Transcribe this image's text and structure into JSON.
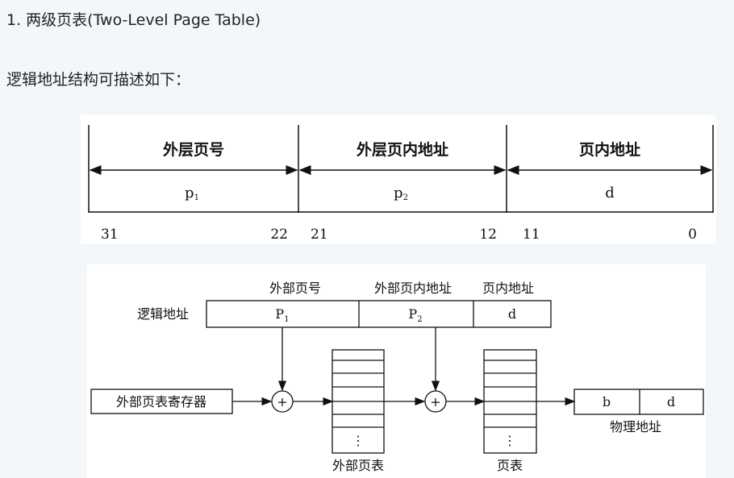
{
  "heading": "1. 两级页表(Two-Level Page Table)",
  "intro": "逻辑地址结构可描述如下：",
  "format_diagram": {
    "fields": [
      {
        "label": "外层页号",
        "symbol": "p",
        "sub": "1",
        "bit_high": "31",
        "bit_low": "22"
      },
      {
        "label": "外层页内地址",
        "symbol": "p",
        "sub": "2",
        "bit_high": "21",
        "bit_low": "12"
      },
      {
        "label": "页内地址",
        "symbol": "d",
        "sub": "",
        "bit_high": "11",
        "bit_low": "0"
      }
    ]
  },
  "translation_diagram": {
    "logical_label": "逻辑地址",
    "field_labels": [
      "外部页号",
      "外部页内地址",
      "页内地址"
    ],
    "fields": [
      {
        "symbol": "P",
        "sub": "1"
      },
      {
        "symbol": "P",
        "sub": "2"
      },
      {
        "symbol": "d",
        "sub": ""
      }
    ],
    "register": "外部页表寄存器",
    "adder": "+",
    "outer_table": "外部页表",
    "page_table": "页表",
    "ellipsis": "⋮",
    "physical": [
      "b",
      "d"
    ],
    "physical_label": "物理地址"
  }
}
